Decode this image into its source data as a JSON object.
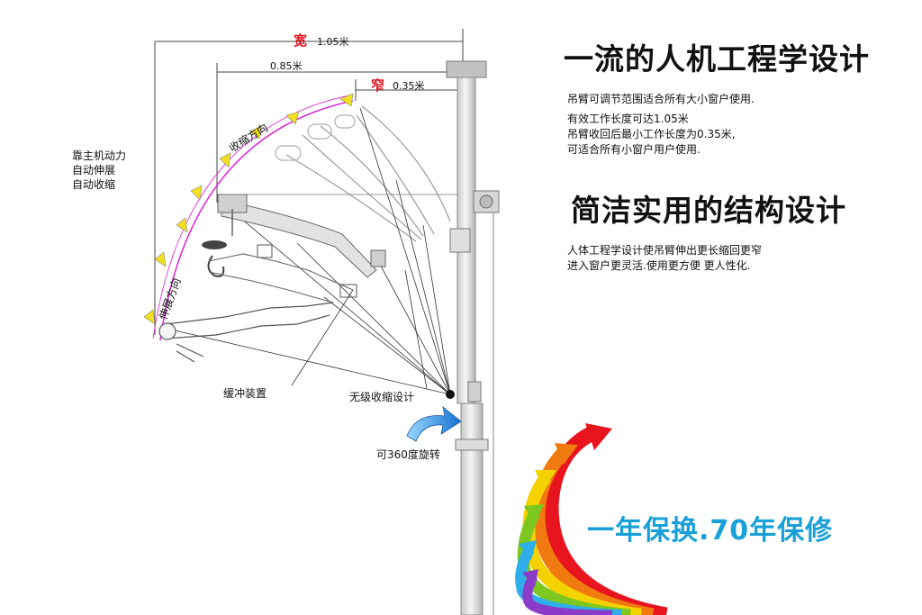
{
  "dimensions": {
    "wide_char": "宽",
    "wide_value": "1.05米",
    "mid_value": "0.85米",
    "narrow_char": "窄",
    "narrow_value": "0.35米"
  },
  "left_note": [
    "靠主机动力",
    "自动伸展",
    "自动收缩"
  ],
  "arc_labels": {
    "retract": "收缩方向",
    "extend": "伸展方向"
  },
  "callouts": {
    "buffer": "缓冲装置",
    "stepless": "无级收缩设计",
    "rotate": "可360度旋转"
  },
  "section1": {
    "title": "一流的人机工程学设计",
    "lines": [
      "吊臂可调节范围适合所有大小窗户使用.",
      "有效工作长度可达1.05米",
      "吊臂收回后最小工作长度为0.35米,",
      "可适合所有小窗户用户使用."
    ]
  },
  "section2": {
    "title": "简洁实用的结构设计",
    "lines": [
      "人体工程学设计使吊臂伸出更长缩回更窄",
      "进入窗户更灵活.使用更方便 更人性化."
    ]
  },
  "slogan": "一年保换.70年保修",
  "colors": {
    "red": "#e0141e",
    "magenta_arc": "#e020d8",
    "slogan_blue": "#1aa0d8",
    "arrow_yellow": "#f0e020",
    "rainbow": [
      "#e8141e",
      "#f07a10",
      "#f4d200",
      "#7cc820",
      "#2eaee8",
      "#8a3cc8"
    ]
  }
}
